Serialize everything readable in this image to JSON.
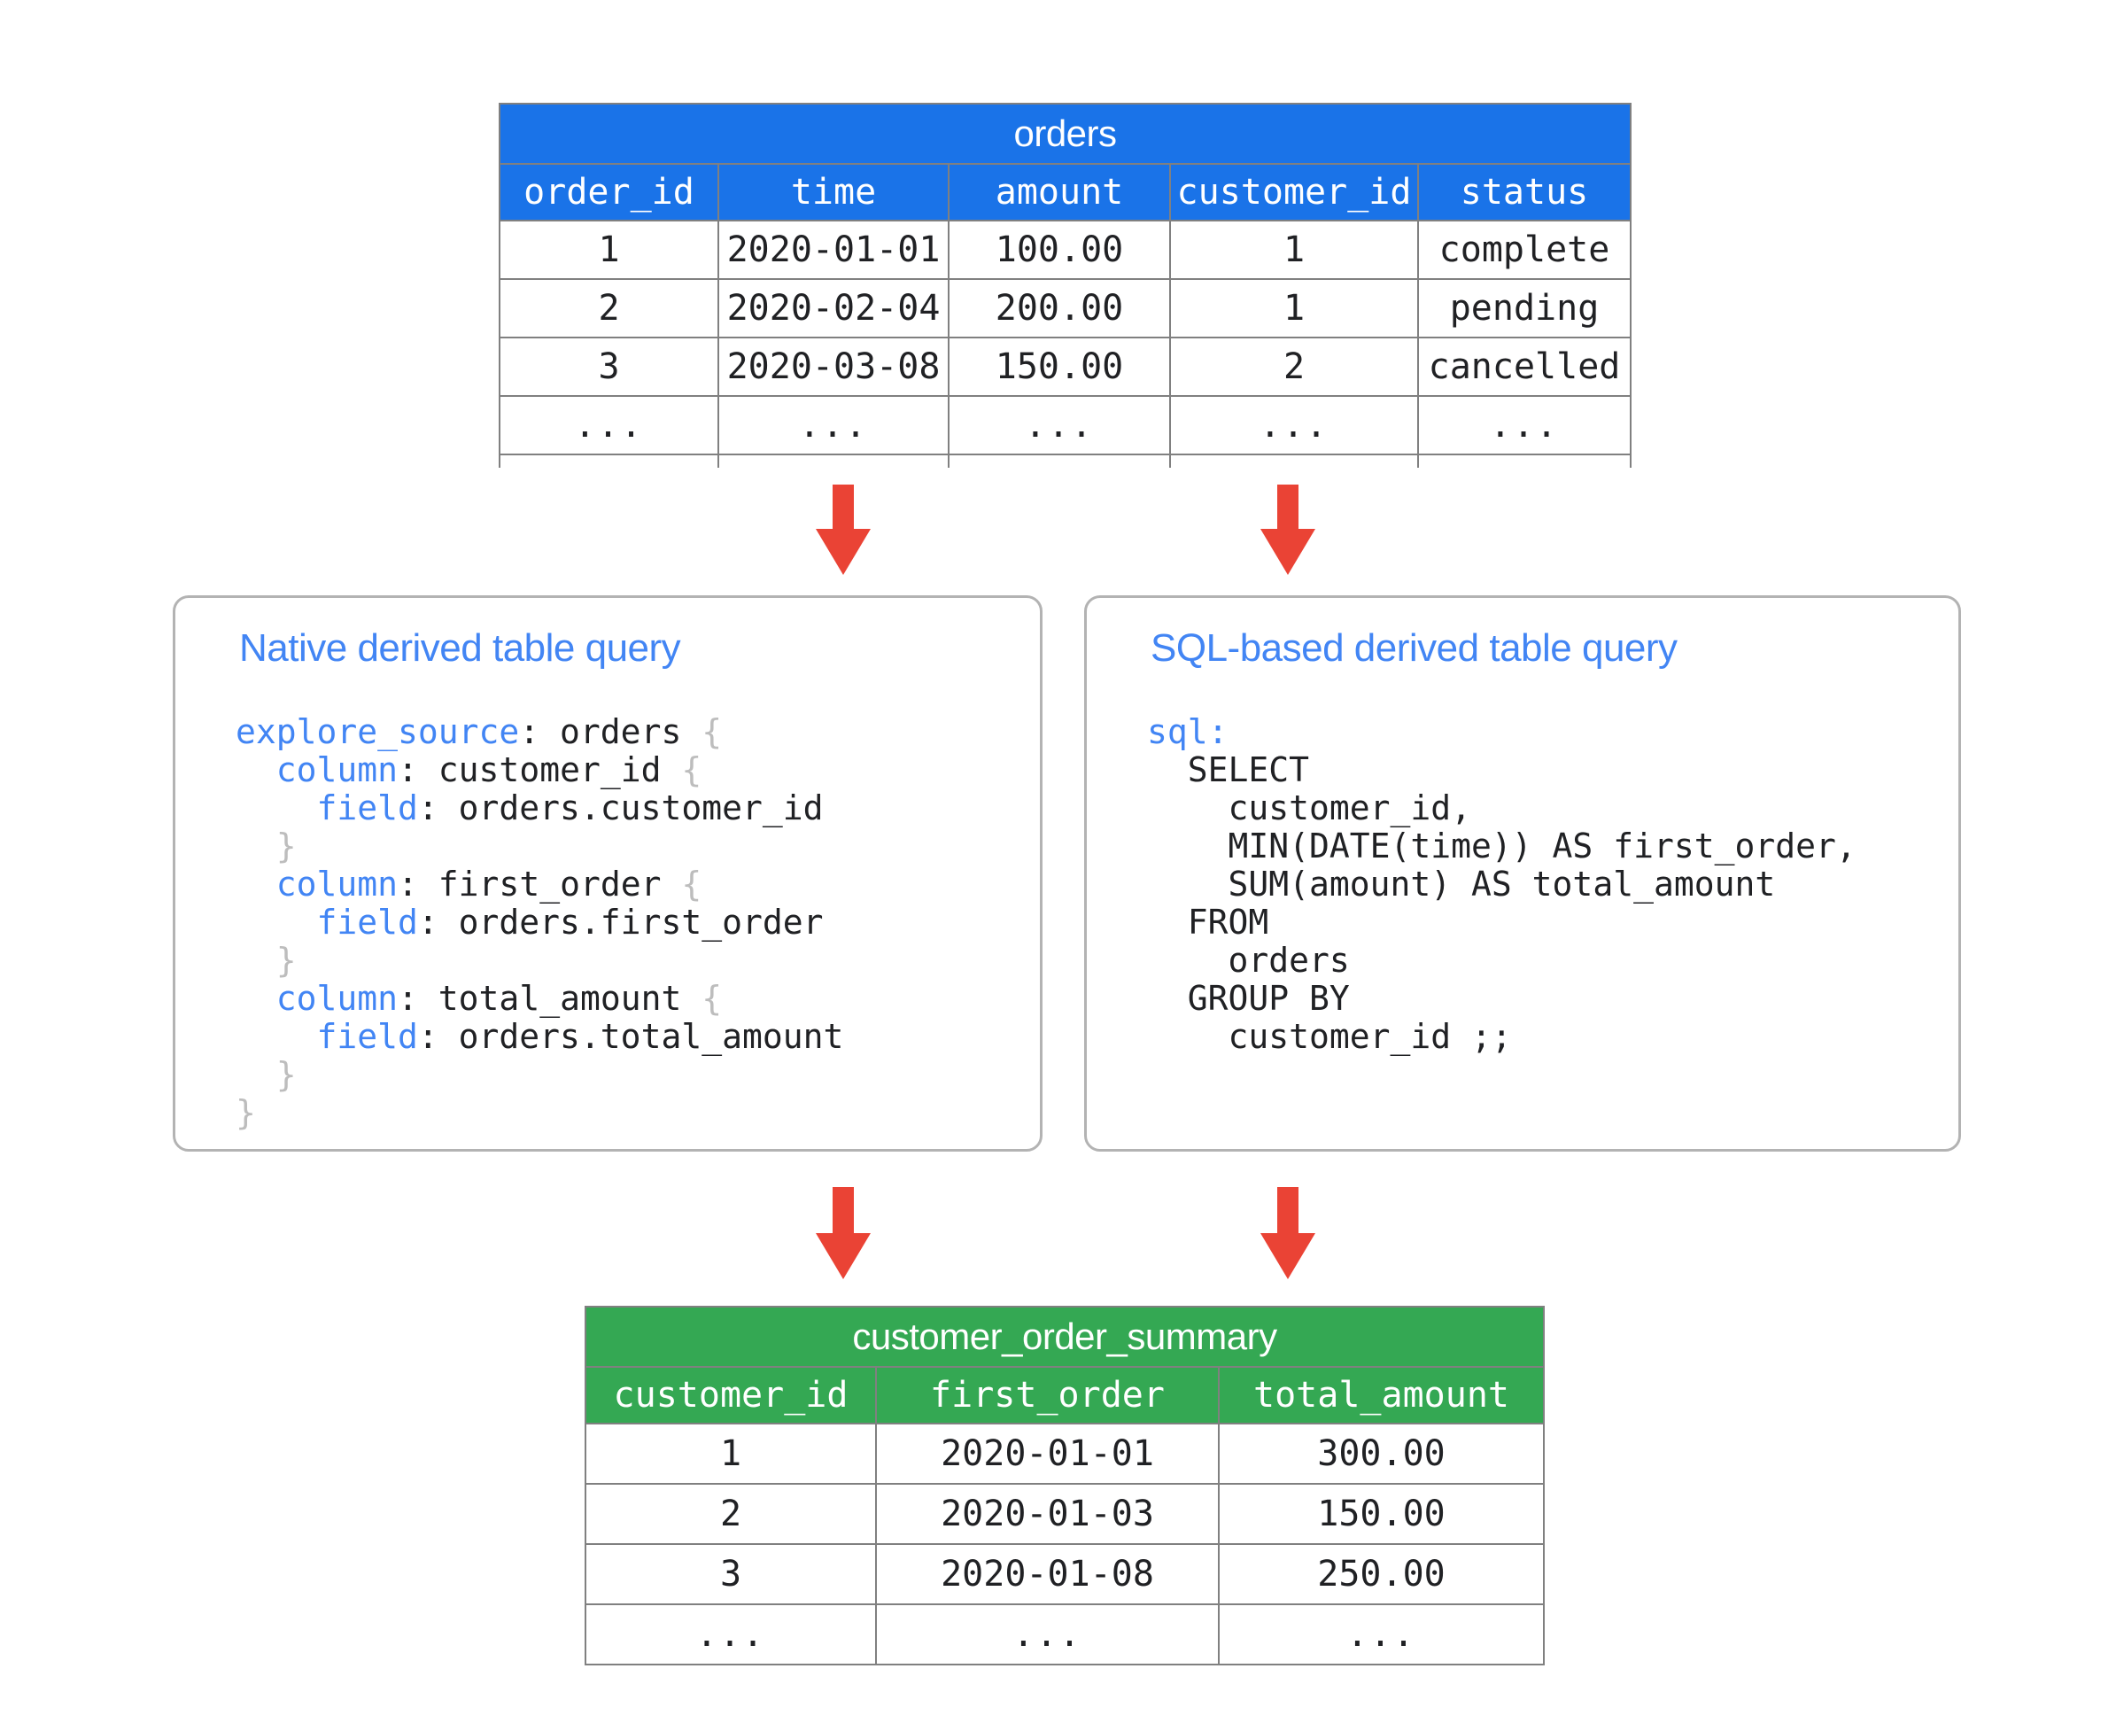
{
  "diagram": {
    "title": "Derived table query flow",
    "colors": {
      "source_table_header": "#1a73e8",
      "result_table_header": "#34a853",
      "arrow": "#ea4335",
      "card_title": "#4285f4",
      "keyword": "#4285f4",
      "brace": "#bdbdbd",
      "border": "#808080",
      "card_border": "#b3b3b3"
    }
  },
  "source_table": {
    "name": "orders",
    "columns": [
      "order_id",
      "time",
      "amount",
      "customer_id",
      "status"
    ],
    "rows": [
      [
        "1",
        "2020-01-01",
        "100.00",
        "1",
        "complete"
      ],
      [
        "2",
        "2020-02-04",
        "200.00",
        "1",
        "pending"
      ],
      [
        "3",
        "2020-03-08",
        "150.00",
        "2",
        "cancelled"
      ],
      [
        "...",
        "...",
        "...",
        "...",
        "..."
      ],
      [
        "",
        "",
        "",
        "",
        ""
      ]
    ]
  },
  "native_card": {
    "title": "Native derived table query",
    "code_lines": [
      [
        {
          "t": "explore_source",
          "c": "kw"
        },
        {
          "t": ": orders ",
          "c": ""
        },
        {
          "t": "{",
          "c": "brace"
        }
      ],
      [
        {
          "t": "  ",
          "c": ""
        },
        {
          "t": "column",
          "c": "kw"
        },
        {
          "t": ": customer_id ",
          "c": ""
        },
        {
          "t": "{",
          "c": "brace"
        }
      ],
      [
        {
          "t": "    ",
          "c": ""
        },
        {
          "t": "field",
          "c": "kw"
        },
        {
          "t": ": orders.customer_id",
          "c": ""
        }
      ],
      [
        {
          "t": "  ",
          "c": ""
        },
        {
          "t": "}",
          "c": "brace"
        }
      ],
      [
        {
          "t": "  ",
          "c": ""
        },
        {
          "t": "column",
          "c": "kw"
        },
        {
          "t": ": first_order ",
          "c": ""
        },
        {
          "t": "{",
          "c": "brace"
        }
      ],
      [
        {
          "t": "    ",
          "c": ""
        },
        {
          "t": "field",
          "c": "kw"
        },
        {
          "t": ": orders.first_order",
          "c": ""
        }
      ],
      [
        {
          "t": "  ",
          "c": ""
        },
        {
          "t": "}",
          "c": "brace"
        }
      ],
      [
        {
          "t": "  ",
          "c": ""
        },
        {
          "t": "column",
          "c": "kw"
        },
        {
          "t": ": total_amount ",
          "c": ""
        },
        {
          "t": "{",
          "c": "brace"
        }
      ],
      [
        {
          "t": "    ",
          "c": ""
        },
        {
          "t": "field",
          "c": "kw"
        },
        {
          "t": ": orders.total_amount",
          "c": ""
        }
      ],
      [
        {
          "t": "  ",
          "c": ""
        },
        {
          "t": "}",
          "c": "brace"
        }
      ],
      [
        {
          "t": "}",
          "c": "brace"
        }
      ]
    ]
  },
  "sql_card": {
    "title": "SQL-based derived table query",
    "code_lines": [
      [
        {
          "t": "sql:",
          "c": "kw"
        }
      ],
      [
        {
          "t": "  SELECT",
          "c": ""
        }
      ],
      [
        {
          "t": "    customer_id,",
          "c": ""
        }
      ],
      [
        {
          "t": "    MIN(DATE(time)) AS first_order,",
          "c": ""
        }
      ],
      [
        {
          "t": "    SUM(amount) AS total_amount",
          "c": ""
        }
      ],
      [
        {
          "t": "  FROM",
          "c": ""
        }
      ],
      [
        {
          "t": "    orders",
          "c": ""
        }
      ],
      [
        {
          "t": "  GROUP BY",
          "c": ""
        }
      ],
      [
        {
          "t": "    customer_id ;;",
          "c": ""
        }
      ]
    ]
  },
  "result_table": {
    "name": "customer_order_summary",
    "columns": [
      "customer_id",
      "first_order",
      "total_amount"
    ],
    "rows": [
      [
        "1",
        "2020-01-01",
        "300.00"
      ],
      [
        "2",
        "2020-01-03",
        "150.00"
      ],
      [
        "3",
        "2020-01-08",
        "250.00"
      ],
      [
        "...",
        "...",
        "..."
      ]
    ]
  },
  "arrows": [
    {
      "name": "orders-to-native-query",
      "from": "orders",
      "to": "native_card"
    },
    {
      "name": "orders-to-sql-query",
      "from": "orders",
      "to": "sql_card"
    },
    {
      "name": "native-query-to-summary",
      "from": "native_card",
      "to": "customer_order_summary"
    },
    {
      "name": "sql-query-to-summary",
      "from": "sql_card",
      "to": "customer_order_summary"
    }
  ]
}
